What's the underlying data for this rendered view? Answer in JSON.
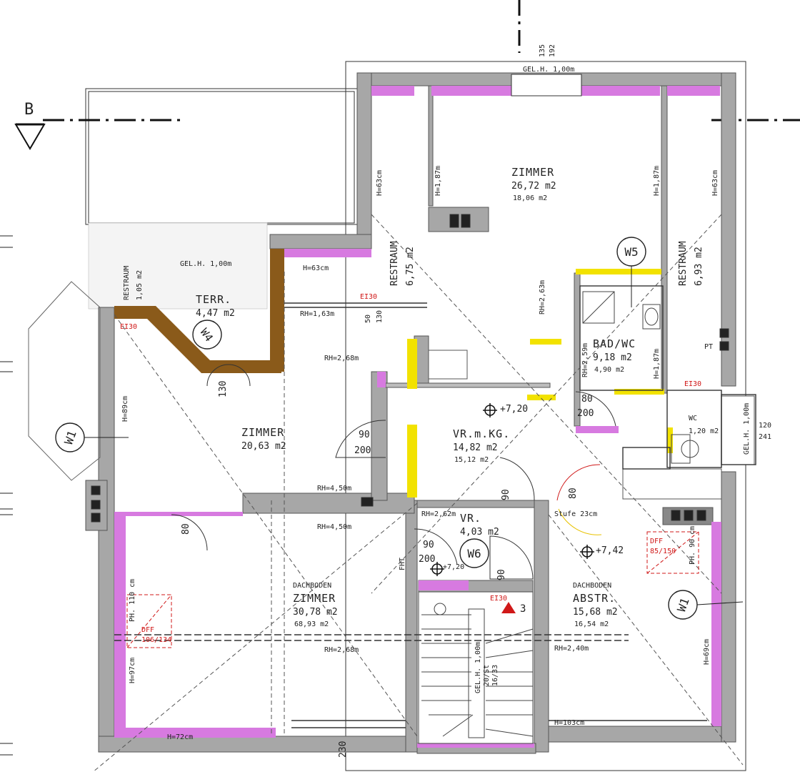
{
  "section": {
    "label": "B"
  },
  "colors": {
    "wall": "#a7a7a7",
    "insulation": "#d77ae0",
    "yellow": "#f2e200",
    "brown": "#8a5a1a",
    "red": "#d01818"
  },
  "rooms": {
    "zimmer_top": {
      "name": "ZIMMER",
      "area": "26,72 m2",
      "area2": "18,06 m2"
    },
    "restraum_a": {
      "name": "RESTRAUM",
      "area": "6,75 m2"
    },
    "restraum_b": {
      "name": "RESTRAUM",
      "area": "6,93 m2"
    },
    "restraum_c": {
      "name": "RESTRAUM",
      "area": "1,05 m2"
    },
    "terrace": {
      "name": "TERR.",
      "area": "4,47 m2"
    },
    "bad": {
      "name": "BAD/WC",
      "area": "9,18 m2",
      "area2": "4,90 m2"
    },
    "wc": {
      "name": "WC",
      "area": "1,20 m2"
    },
    "zimmer_left": {
      "name": "ZIMMER",
      "area": "20,63 m2"
    },
    "vr_kg": {
      "name": "VR.m.KG.",
      "area": "14,82 m2",
      "area2": "15,12 m2"
    },
    "vr": {
      "name": "VR.",
      "area": "4,03 m2"
    },
    "dachboden_zimmer": {
      "prefix": "DACHBODEN",
      "name": "ZIMMER",
      "area": "30,78 m2",
      "area2": "68,93 m2"
    },
    "dachboden_abstr": {
      "prefix": "DACHBODEN",
      "name": "ABSTR.",
      "area": "15,68 m2",
      "area2": "16,54 m2"
    }
  },
  "windows": [
    "W1",
    "W4",
    "W5",
    "W6",
    "W1"
  ],
  "heights": {
    "h63a": "H=63cm",
    "h187a": "H=1,87m",
    "h187b": "H=1,87m",
    "h63b": "H=63cm",
    "h63c": "H=63cm",
    "rh163": "RH=1,63m",
    "rh268a": "RH=2,68m",
    "rh263": "RH=2,63m",
    "rh259": "RH=2,59m",
    "h89": "H=89cm",
    "rh450a": "RH=4,50m",
    "rh450b": "RH=4,50m",
    "rh262": "RH=2,62m",
    "rh268b": "RH=2,68m",
    "rh240": "RH=2,40m",
    "h97": "H=97cm",
    "h72": "H=72cm",
    "h103": "H=103cm",
    "h69": "H=69cm",
    "h187c": "H=1,87m",
    "stufe": "Stufe 23cm"
  },
  "gel": {
    "top": "GEL.H. 1,00m",
    "terr": "GEL.H. 1,00m",
    "wc": "GEL.H. 1,00m",
    "stair": "GEL.H. 1,00m"
  },
  "fire": {
    "a": "EI30",
    "b": "EI30",
    "c": "EI30",
    "d": "EI30"
  },
  "doors": {
    "d50": "50",
    "d130": "130",
    "d90": "90",
    "d200": "200",
    "d80": "80",
    "d120": "120",
    "d241": "241",
    "d135": "135",
    "d192": "192",
    "d230": "230",
    "d130b": "130"
  },
  "levels": {
    "l720a": "+7,20",
    "l720b": "+7,20",
    "l742": "+7,42"
  },
  "dff": {
    "a_label": "DFF",
    "a_size": "106/134",
    "a_ph": "PH. 110 cm",
    "b_label": "DFF",
    "b_size": "85/150",
    "b_ph": "PH. 90 cm"
  },
  "misc": {
    "pt": "PT",
    "fht": "FHT",
    "stair_no": "3",
    "stair_steps": "20/St",
    "stair_ratio": "16/33"
  }
}
